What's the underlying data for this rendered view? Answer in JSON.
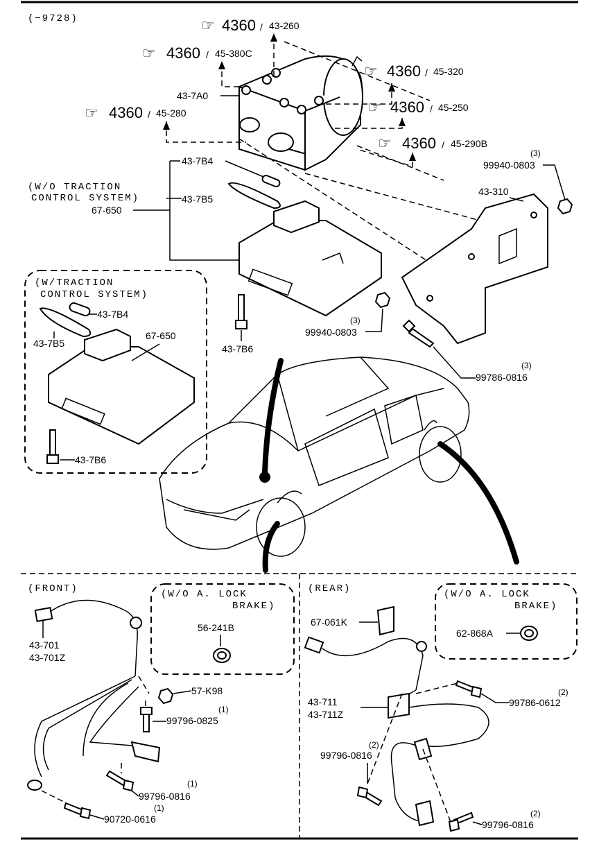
{
  "header": {
    "range": "(−9728)"
  },
  "refs": [
    {
      "code": "4360",
      "ref": "43-260"
    },
    {
      "code": "4360",
      "ref": "45-380C"
    },
    {
      "code": "4360",
      "ref": "45-320"
    },
    {
      "code": "4360",
      "ref": "45-250"
    },
    {
      "code": "4360",
      "ref": "45-280"
    },
    {
      "code": "4360",
      "ref": "45-290B"
    }
  ],
  "upper": {
    "hu_label": "43-7A0",
    "wo_tc_line1": "(W/O TRACTION",
    "wo_tc_line2": "CONTROL SYSTEM)",
    "seal_a": "43-7B4",
    "seal_b": "43-7B5",
    "module": "67-650",
    "bolt": "43-7B6",
    "bracket": "43-310",
    "nut_top": "99940-0803",
    "nut_top_qty": "(3)",
    "nut_mid": "99940-0803",
    "nut_mid_qty": "(3)",
    "bolt_right": "99786-0816",
    "bolt_right_qty": "(3)"
  },
  "w_tc": {
    "title1": "(W/TRACTION",
    "title2": "CONTROL SYSTEM)",
    "seal_a": "43-7B4",
    "seal_b": "43-7B5",
    "module": "67-650",
    "bolt": "43-7B6"
  },
  "front": {
    "title": "(FRONT)",
    "box_title1": "(W/O A. LOCK",
    "box_title2": "BRAKE)",
    "grommet": "56-241B",
    "sensor_a": "43-701",
    "sensor_b": "43-701Z",
    "nut": "57-K98",
    "bolt1": "99796-0825",
    "bolt1_qty": "(1)",
    "bolt2": "99796-0816",
    "bolt2_qty": "(1)",
    "bolt3": "90720-0616",
    "bolt3_qty": "(1)"
  },
  "rear": {
    "title": "(REAR)",
    "box_title1": "(W/O A. LOCK",
    "box_title2": "BRAKE)",
    "cap": "62-868A",
    "clip": "67-061K",
    "sensor_a": "43-711",
    "sensor_b": "43-711Z",
    "bolt1": "99786-0612",
    "bolt1_qty": "(2)",
    "bolt2": "99796-0816",
    "bolt2_qty": "(2)",
    "bolt3": "99796-0816",
    "bolt3_qty": "(2)"
  }
}
